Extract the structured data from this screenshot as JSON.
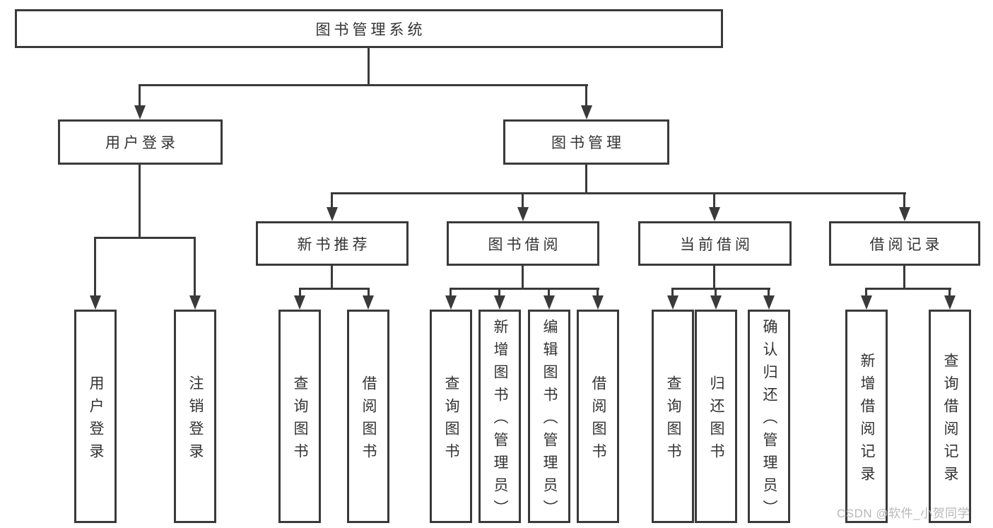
{
  "colors": {
    "line": "#3a3a3a",
    "text": "#333333",
    "watermark": "#b8b8b8",
    "background": "#ffffff"
  },
  "tree": {
    "root": {
      "label": "图书管理系统",
      "children": [
        {
          "label": "用户登录",
          "children": [
            {
              "label": "用户登录"
            },
            {
              "label": "注销登录"
            }
          ]
        },
        {
          "label": "图书管理",
          "children": [
            {
              "label": "新书推荐",
              "children": [
                {
                  "label": "查询图书"
                },
                {
                  "label": "借阅图书"
                }
              ]
            },
            {
              "label": "图书借阅",
              "children": [
                {
                  "label": "查询图书"
                },
                {
                  "label": "新增图书（管理员）"
                },
                {
                  "label": "编辑图书（管理员）"
                },
                {
                  "label": "借阅图书"
                }
              ]
            },
            {
              "label": "当前借阅",
              "children": [
                {
                  "label": "查询图书"
                },
                {
                  "label": "归还图书"
                },
                {
                  "label": "确认归还（管理员）"
                }
              ]
            },
            {
              "label": "借阅记录",
              "children": [
                {
                  "label": "新增借阅记录"
                },
                {
                  "label": "查询借阅记录"
                }
              ]
            }
          ]
        }
      ]
    }
  },
  "watermark": "CSDN @软件_小贺同学"
}
